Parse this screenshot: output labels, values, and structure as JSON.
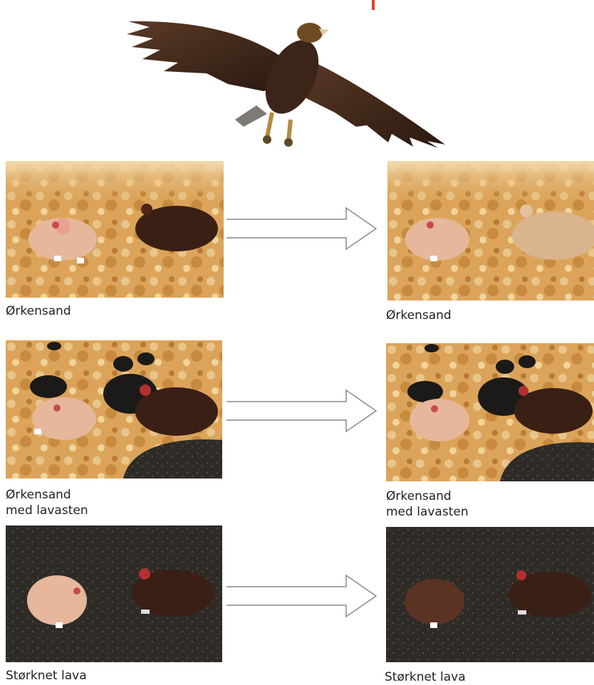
{
  "habitats": [
    {
      "before_label": [
        "Ørkensand"
      ],
      "after_label": [
        "Ørkensand"
      ]
    },
    {
      "before_label": [
        "Ørkensand",
        "med lavasten"
      ],
      "after_label": [
        "Ørkensand",
        "med lavasten"
      ]
    },
    {
      "before_label": [
        "Størknet lava"
      ],
      "after_label": [
        "Størknet lava"
      ]
    }
  ],
  "colors": {
    "sand_light": "#e8c58a",
    "sand_mid": "#d9a558",
    "sand_dark": "#b97a34",
    "lava": "#2e2b27",
    "lava_light": "#4a4540",
    "mouse_light": "#e6b79a",
    "mouse_dark": "#3a1f15",
    "eagle": "#3b2418",
    "arrow_stroke": "#8a8a8a",
    "accent": "#e0402a"
  }
}
